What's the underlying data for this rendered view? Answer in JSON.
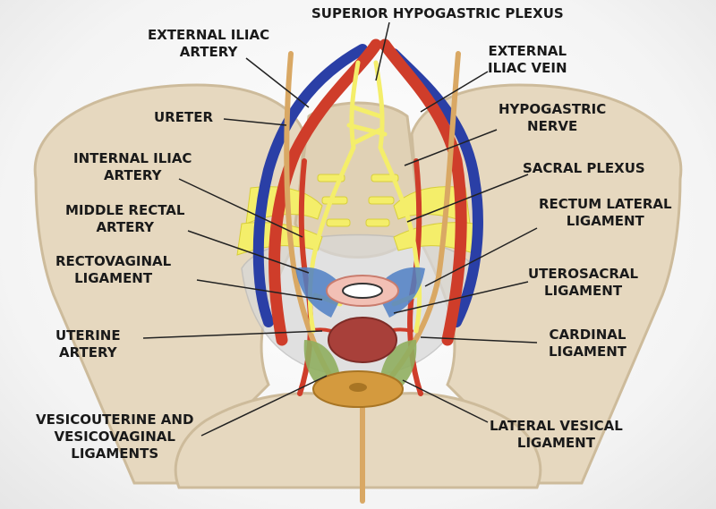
{
  "labels": {
    "superior_hypogastric_plexus": [
      "SUPERIOR HYPOGASTRIC PLEXUS"
    ],
    "external_iliac_artery": [
      "EXTERNAL ILIAC",
      "ARTERY"
    ],
    "external_iliac_vein": [
      "EXTERNAL",
      "ILIAC VEIN"
    ],
    "ureter": [
      "URETER"
    ],
    "hypogastric_nerve": [
      "HYPOGASTRIC",
      "NERVE"
    ],
    "internal_iliac_artery": [
      "INTERNAL ILIAC",
      "ARTERY"
    ],
    "sacral_plexus": [
      "SACRAL PLEXUS"
    ],
    "middle_rectal_artery": [
      "MIDDLE RECTAL",
      "ARTERY"
    ],
    "rectum_lateral_ligament": [
      "RECTUM LATERAL",
      "LIGAMENT"
    ],
    "rectovaginal_ligament": [
      "RECTOVAGINAL",
      "LIGAMENT"
    ],
    "uterosacral_ligament": [
      "UTEROSACRAL",
      "LIGAMENT"
    ],
    "uterine_artery": [
      "UTERINE",
      "ARTERY"
    ],
    "cardinal_ligament": [
      "CARDINAL",
      "LIGAMENT"
    ],
    "vesicouterine_ligaments": [
      "VESICOUTERINE AND",
      "VESICOVAGINAL",
      "LIGAMENTS"
    ],
    "lateral_vesical_ligament": [
      "LATERAL VESICAL",
      "LIGAMENT"
    ]
  },
  "colors": {
    "bone": "#e6d8bf",
    "bone_shadow": "#cdbb9b",
    "artery": "#cf3d2a",
    "vein": "#2a3fa6",
    "nerve": "#f4ee6a",
    "ureter": "#d9a864",
    "ligament_blue": "#4f7fc4",
    "ligament_green": "#8fae5f",
    "uterus": "#a8403a",
    "bladder": "#d49a3e",
    "leader_line": "#222222"
  }
}
